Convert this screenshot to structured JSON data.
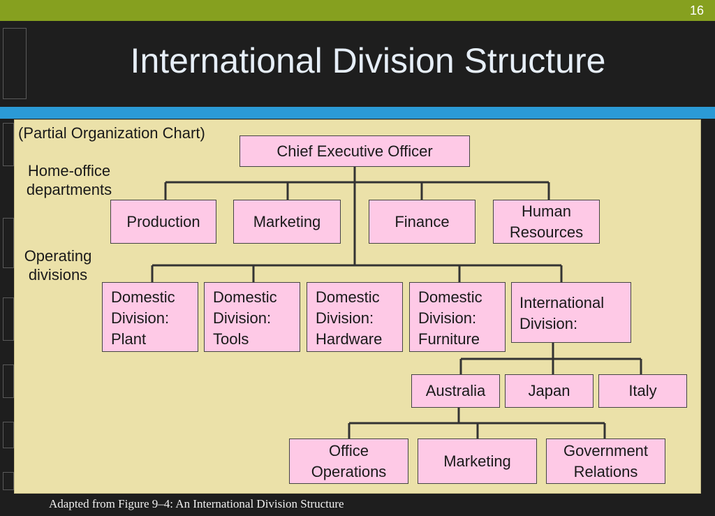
{
  "slide": {
    "number": "16",
    "title": "International Division Structure",
    "caption": "Adapted from Figure 9–4: An International Division Structure"
  },
  "labels": {
    "partial": "(Partial Organization Chart)",
    "home_office": "Home-office\ndepartments",
    "operating": "Operating\ndivisions"
  },
  "nodes": {
    "ceo": "Chief Executive Officer",
    "production": "Production",
    "marketing": "Marketing",
    "finance": "Finance",
    "hr": "Human\nResources",
    "dom_plant": "Domestic\nDivision:\nPlant",
    "dom_tools": "Domestic\nDivision:\nTools",
    "dom_hardware": "Domestic\nDivision:\nHardware",
    "dom_furniture": "Domestic\nDivision:\nFurniture",
    "international": "International\nDivision:",
    "australia": "Australia",
    "japan": "Japan",
    "italy": "Italy",
    "office_ops": "Office\nOperations",
    "marketing2": "Marketing",
    "gov_rel": "Government\nRelations"
  },
  "colors": {
    "top_bar": "#86a01f",
    "blue_band": "#2b9ad6",
    "panel": "#ebe1a9",
    "box_fill": "#fec9e6",
    "connector": "#333333"
  }
}
